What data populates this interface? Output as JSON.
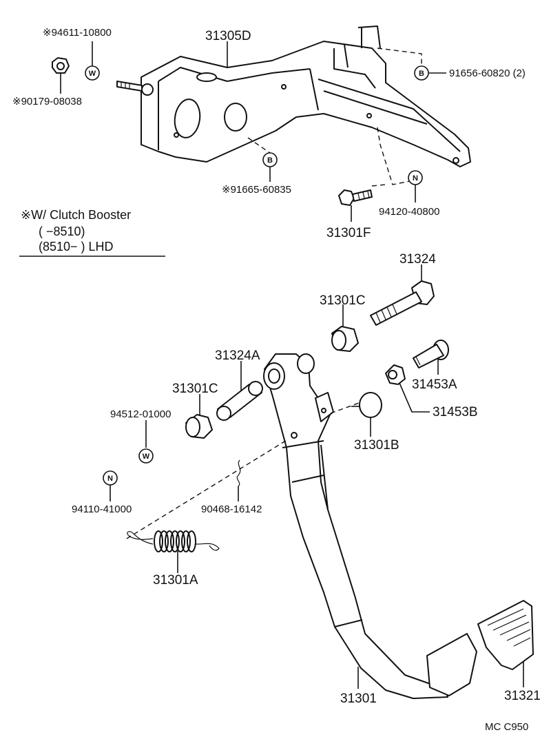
{
  "parts": {
    "p31305D": "31305D",
    "p94611": "※94611-10800",
    "p90179": "※90179-08038",
    "p91656": "91656-60820 (2)",
    "p91665": "※91665-60835",
    "p94120": "94120-40800",
    "p31301F": "31301F",
    "p31324": "31324",
    "p31301C_a": "31301C",
    "p31324A": "31324A",
    "p31301C_b": "31301C",
    "p31453A": "31453A",
    "p31453B": "31453B",
    "p94512": "94512-01000",
    "p31301B": "31301B",
    "p94110": "94110-41000",
    "p90468": "90468-16142",
    "p31301A": "31301A",
    "p31301": "31301",
    "p31321": "31321"
  },
  "markers": {
    "w": "W",
    "b": "B",
    "n": "N"
  },
  "note": {
    "line1": "※W/ Clutch Booster",
    "line2": "(        −8510)",
    "line3": "(8510−        ) LHD"
  },
  "code": "MC  C950"
}
